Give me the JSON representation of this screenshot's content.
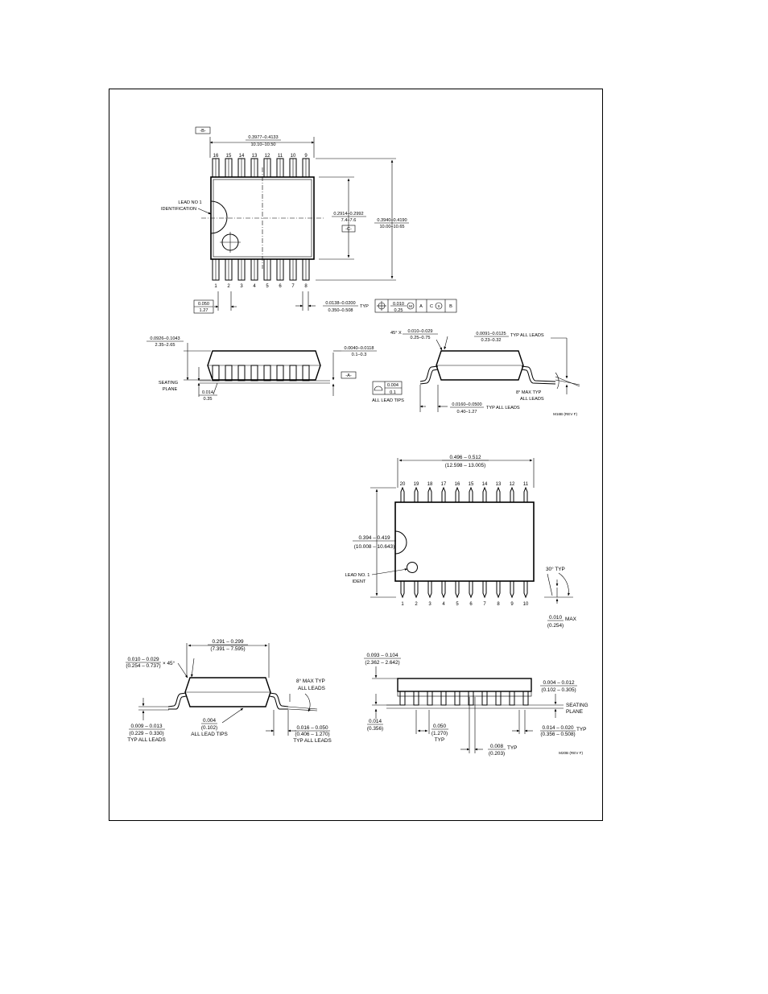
{
  "pkg1": {
    "datum_b": "-B-",
    "width_in": "0.3977–0.4133",
    "width_mm": "10.10–10.50",
    "top_pins": [
      "16",
      "15",
      "14",
      "13",
      "12",
      "11",
      "10",
      "9"
    ],
    "bottom_pins": [
      "1",
      "2",
      "3",
      "4",
      "5",
      "6",
      "7",
      "8"
    ],
    "lead1_label1": "LEAD NO 1",
    "lead1_label2": "IDENTIFICATION",
    "body_w_in": "0.2914–0.2992",
    "body_w_mm": "7.4–7.6",
    "datum_c": "-C-",
    "overall_in": "0.3940–0.4190",
    "overall_mm": "10.00–10.65",
    "pitch_in": "0.050",
    "pitch_mm": "1.27",
    "lead_w_in": "0.0138–0.0200",
    "lead_w_mm": "0.350–0.508",
    "typ": "TYP",
    "fcf_tol_in": "0.010",
    "fcf_tol_mm": "0.25",
    "fcf_m": "M",
    "fcf_a": "A",
    "fcf_c": "C",
    "fcf_s": "S",
    "fcf_b": "B",
    "height_in": "0.0926–0.1043",
    "height_mm": "2.35–2.65",
    "standoff_in": "0.0040–0.0118",
    "standoff_mm": "0.1–0.3",
    "seating1": "SEATING",
    "seating2": "PLANE",
    "datum_a": "-A-",
    "lead_t_in": "0.014",
    "lead_t_mm": "0.35",
    "copl_in": "0.004",
    "copl_mm": "0.1",
    "all_lead_tips": "ALL LEAD TIPS",
    "chamfer_deg": "45° X",
    "chamfer_in": "0.010–0.029",
    "chamfer_mm": "0.25–0.75",
    "lead_th_in": "0.0091–0.0125",
    "lead_th_mm": "0.23–0.32",
    "typ_all_leads": "TYP ALL LEADS",
    "angle1": "8° MAX TYP",
    "angle2": "ALL LEADS",
    "foot_in": "0.0160–0.0500",
    "foot_mm": "0.40–1.27",
    "foot_typ": "TYP ALL LEADS",
    "ref": "M16B (REV F)"
  },
  "pkg2": {
    "length_in": "0.496 – 0.512",
    "length_mm": "(12.598 – 13.005)",
    "top_pins": [
      "20",
      "19",
      "18",
      "17",
      "16",
      "15",
      "14",
      "13",
      "12",
      "11"
    ],
    "bottom_pins": [
      "1",
      "2",
      "3",
      "4",
      "5",
      "6",
      "7",
      "8",
      "9",
      "10"
    ],
    "width_in": "0.394 – 0.419",
    "width_mm": "(10.008 – 10.643)",
    "lead1_label1": "LEAD NO. 1",
    "lead1_label2": "IDENT",
    "angle30": "30° TYP",
    "lead_tip_in": "0.010",
    "lead_tip_max": "MAX",
    "lead_tip_mm": "(0.254)",
    "body_w_in": "0.291 – 0.299",
    "body_w_mm": "(7.391 – 7.595)",
    "chamfer_in": "0.010 – 0.029",
    "chamfer_mm": "(0.254 – 0.737)",
    "chamfer_deg": "× 45°",
    "angle8_1": "8° MAX TYP",
    "angle8_2": "ALL LEADS",
    "lead_th_in": "0.009 – 0.013",
    "lead_th_mm": "(0.229 – 0.330)",
    "lead_th_typ": "TYP ALL LEADS",
    "copl_in": "0.004",
    "copl_mm": "(0.102)",
    "copl_label": "ALL LEAD TIPS",
    "foot_in": "0.016 – 0.050",
    "foot_mm": "(0.406 – 1.270)",
    "foot_typ": "TYP ALL LEADS",
    "height_in": "0.093 – 0.104",
    "height_mm": "(2.362 – 2.642)",
    "standoff_in": "0.004 – 0.012",
    "standoff_mm": "(0.102 – 0.305)",
    "seating1": "SEATING",
    "seating2": "PLANE",
    "lead_t_in": "0.014",
    "lead_t_mm": "(0.356)",
    "pitch_in": "0.050",
    "pitch_mm": "(1.270)",
    "pitch_typ": "TYP",
    "lead_w_in": "0.014 – 0.020",
    "lead_w_mm": "(0.356 – 0.508)",
    "lead_w_typ": "TYP",
    "gap_in": "0.008",
    "gap_typ": "TYP",
    "gap_mm": "(0.203)",
    "ref": "M20B (REV F)"
  }
}
